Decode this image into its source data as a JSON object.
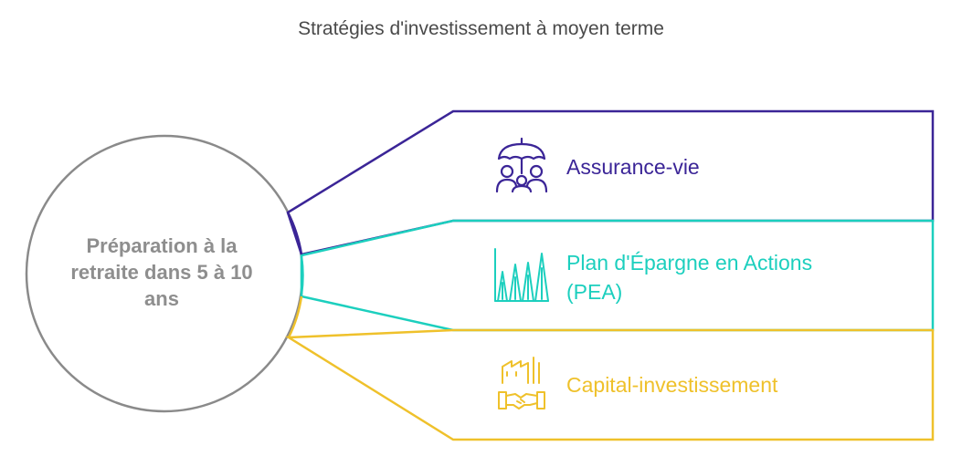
{
  "title": "Stratégies d'investissement à moyen terme",
  "hub": {
    "label": "Préparation à la retraite dans 5 à 10 ans",
    "color": "#8a8a8a"
  },
  "branches": [
    {
      "label": "Assurance-vie",
      "icon": "umbrella-family-icon",
      "color": "#3b2597"
    },
    {
      "label": "Plan d'Épargne en Actions (PEA)",
      "icon": "market-peaks-icon",
      "color": "#1ccfbe"
    },
    {
      "label": "Capital-investissement",
      "icon": "factory-handshake-icon",
      "color": "#efc12b"
    }
  ]
}
